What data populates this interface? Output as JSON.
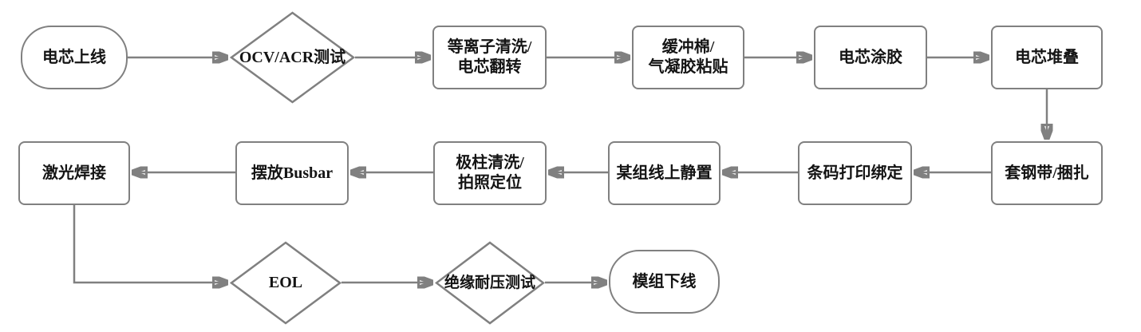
{
  "diagram": {
    "type": "flowchart",
    "colors": {
      "background": "#ffffff",
      "line": "#808080",
      "shape_border": "#808080",
      "shape_fill": "#ffffff",
      "text": "#141414"
    },
    "nodes": [
      {
        "id": "cell-loading",
        "shape": "terminator",
        "label": "电芯上线"
      },
      {
        "id": "ocv-acr-test",
        "shape": "decision",
        "label": "OCV/ACR测试"
      },
      {
        "id": "plasma-clean-cell-flip",
        "shape": "process",
        "label": "等离子清洗/\n电芯翻转"
      },
      {
        "id": "buffer-foam-aerogel",
        "shape": "process",
        "label": "缓冲棉/\n气凝胶粘贴"
      },
      {
        "id": "cell-gluing",
        "shape": "process",
        "label": "电芯涂胶"
      },
      {
        "id": "cell-stacking",
        "shape": "process",
        "label": "电芯堆叠"
      },
      {
        "id": "steel-strap-binding",
        "shape": "process",
        "label": "套钢带/捆扎"
      },
      {
        "id": "barcode-print-binding",
        "shape": "process",
        "label": "条码打印绑定"
      },
      {
        "id": "line-resting",
        "shape": "process",
        "label": "某组线上静置"
      },
      {
        "id": "terminal-clean-photo",
        "shape": "process",
        "label": "极柱清洗/\n拍照定位"
      },
      {
        "id": "busbar-placement",
        "shape": "process",
        "label": "摆放Busbar"
      },
      {
        "id": "laser-welding",
        "shape": "process",
        "label": "激光焊接"
      },
      {
        "id": "eol",
        "shape": "decision",
        "label": "EOL"
      },
      {
        "id": "insulation-hipot-test",
        "shape": "decision",
        "label": "绝缘耐压测试"
      },
      {
        "id": "module-offline",
        "shape": "terminator",
        "label": "模组下线"
      }
    ],
    "edges": [
      {
        "from": "cell-loading",
        "to": "ocv-acr-test"
      },
      {
        "from": "ocv-acr-test",
        "to": "plasma-clean-cell-flip"
      },
      {
        "from": "plasma-clean-cell-flip",
        "to": "buffer-foam-aerogel"
      },
      {
        "from": "buffer-foam-aerogel",
        "to": "cell-gluing"
      },
      {
        "from": "cell-gluing",
        "to": "cell-stacking"
      },
      {
        "from": "cell-stacking",
        "to": "steel-strap-binding"
      },
      {
        "from": "steel-strap-binding",
        "to": "barcode-print-binding"
      },
      {
        "from": "barcode-print-binding",
        "to": "line-resting"
      },
      {
        "from": "line-resting",
        "to": "terminal-clean-photo"
      },
      {
        "from": "terminal-clean-photo",
        "to": "busbar-placement"
      },
      {
        "from": "busbar-placement",
        "to": "laser-welding"
      },
      {
        "from": "laser-welding",
        "to": "eol"
      },
      {
        "from": "eol",
        "to": "insulation-hipot-test"
      },
      {
        "from": "insulation-hipot-test",
        "to": "module-offline"
      }
    ]
  }
}
